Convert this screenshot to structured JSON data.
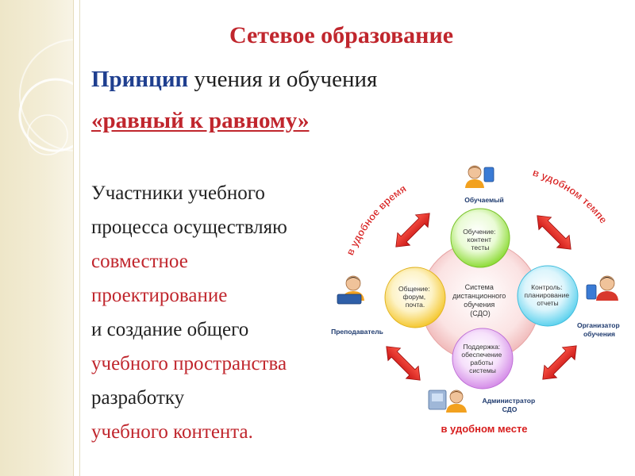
{
  "title": "Сетевое образование",
  "principle": {
    "word": "Принцип",
    "rest": " учения и обучения"
  },
  "peer_to_peer": "«равный к равному»",
  "participants_lines": [
    {
      "text": "Участники учебного",
      "color": "dark"
    },
    {
      "text": "процесса осуществляю",
      "color": "dark"
    },
    {
      "text": "совместное",
      "color": "red"
    },
    {
      "text": "проектирование",
      "color": "red"
    },
    {
      "text": "и создание общего",
      "color": "dark"
    },
    {
      "text": "учебного пространства",
      "color": "red"
    },
    {
      "text": "разработку",
      "color": "dark"
    },
    {
      "text": "учебного контента.",
      "color": "red"
    }
  ],
  "diagram": {
    "center": [
      "Система",
      "дистанционного",
      "обучения",
      "(СДО)"
    ],
    "bubbles": {
      "top": [
        "Обучение:",
        "контент",
        "тесты"
      ],
      "left": [
        "Общение:",
        "форум,",
        "почта."
      ],
      "right": [
        "Контроль:",
        "планирование",
        "отчеты"
      ],
      "bottom": [
        "Поддержка:",
        "обеспечение",
        "работы",
        "системы"
      ]
    },
    "roles": {
      "learner": "Обучаемый",
      "teacher": "Преподаватель",
      "organizer": [
        "Организатор",
        "обучения"
      ],
      "admin": [
        "Администратор",
        "СДО"
      ]
    },
    "arc_labels": {
      "time": "в удобное время",
      "pace": "в удобном темпе",
      "place": "в удобном месте"
    },
    "colors": {
      "title_red": "#c0262d",
      "principle_blue": "#1f3f8f",
      "arrow_red": "#e02020",
      "bubble_green": "#8fdc3a",
      "bubble_yellow": "#f5d24a",
      "bubble_cyan": "#5fd2ee",
      "bubble_violet": "#d58ee8",
      "center_pink": "#f6c6c6"
    },
    "icons": [
      "learner-icon",
      "teacher-icon",
      "organizer-icon",
      "admin-icon"
    ]
  }
}
